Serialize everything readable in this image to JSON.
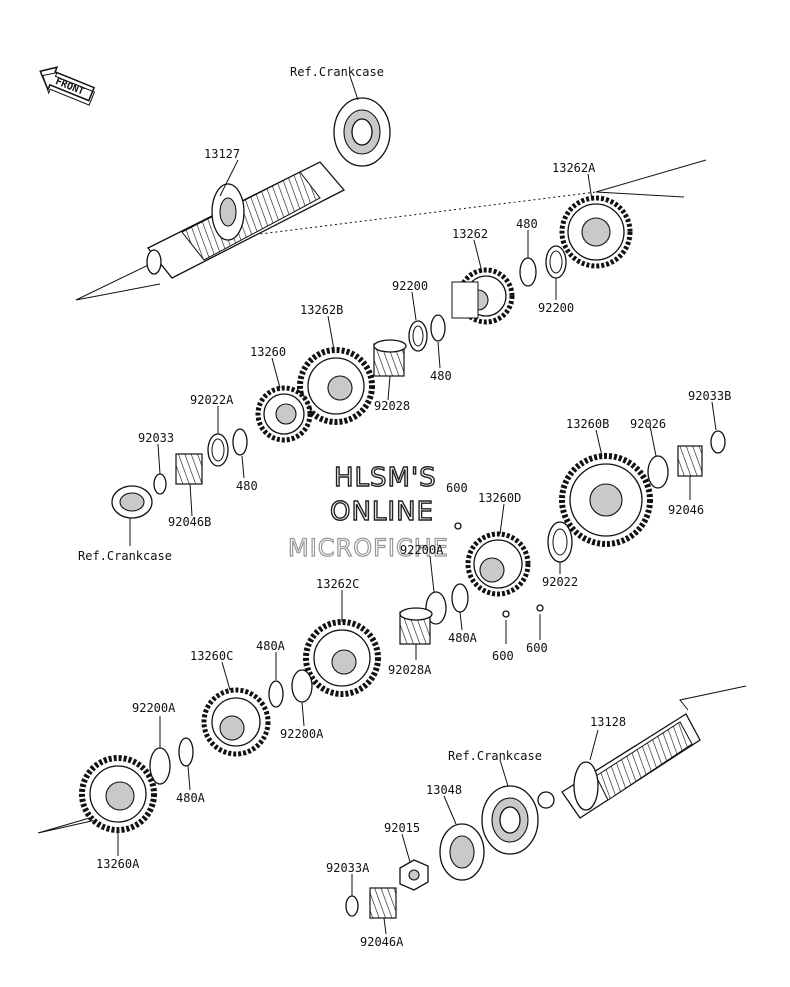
{
  "front_badge": "FRONT",
  "watermark": {
    "line1": "HLSM'S",
    "line2": "ONLINE",
    "line3": "MICROFICHE"
  },
  "labels": {
    "ref_crankcase_top": "Ref.Crankcase",
    "p13127": "13127",
    "p13262A": "13262A",
    "p480_top": "480",
    "p13262": "13262",
    "p92200_top": "92200",
    "p92200_right": "92200",
    "p480_mid": "480",
    "p13262B": "13262B",
    "p13260": "13260",
    "p92028": "92028",
    "p92022A": "92022A",
    "p480_left": "480",
    "p92033": "92033",
    "p92046B": "92046B",
    "ref_crankcase_left": "Ref.Crankcase",
    "p92033B": "92033B",
    "p13260B": "13260B",
    "p92026": "92026",
    "p92046": "92046",
    "p600_top": "600",
    "p13260D": "13260D",
    "p92200A_mid": "92200A",
    "p92022": "92022",
    "p13262C": "13262C",
    "p480A_mid": "480A",
    "p600_a": "600",
    "p600_b": "600",
    "p92028A": "92028A",
    "p13260C": "13260C",
    "p480A_left": "480A",
    "p92200A_left": "92200A",
    "p92200A_low": "92200A",
    "p480A_low": "480A",
    "p13260A": "13260A",
    "p13128": "13128",
    "ref_crankcase_bottom": "Ref.Crankcase",
    "p13048": "13048",
    "p92015": "92015",
    "p92033A": "92033A",
    "p92046A": "92046A"
  }
}
